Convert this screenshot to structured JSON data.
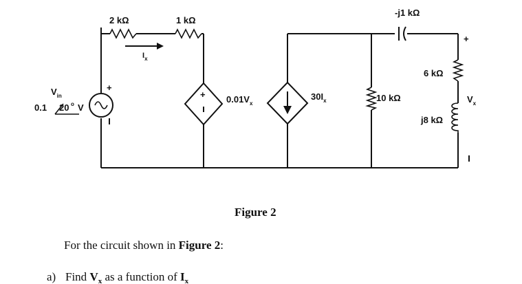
{
  "components": {
    "r1": "2 kΩ",
    "r2": "1 kΩ",
    "cap": "-j1 kΩ",
    "r_parallel": "10 kΩ",
    "r_series": "6 kΩ",
    "inductor": "j8 kΩ",
    "dep_voltage_coef": "0.01V",
    "dep_voltage_sub": "x",
    "dep_current_coef": "30I",
    "dep_current_sub": "x"
  },
  "source": {
    "name": "V",
    "name_sub": "in",
    "value": "0.1",
    "angle": "20",
    "deg": "o",
    "unit": "V",
    "plus": "+",
    "minus": "−"
  },
  "current_label": {
    "name": "I",
    "sub": "x"
  },
  "output_label": {
    "name": "V",
    "sub": "x",
    "plus": "+",
    "minus": "−"
  },
  "dep_v_signs": {
    "plus": "+",
    "minus": "−"
  },
  "figure_caption": "Figure 2",
  "question": {
    "intro": "For the circuit shown in ",
    "intro_bold": "Figure 2",
    "intro_end": ":",
    "part_label": "a)",
    "part_text": "Find ",
    "part_v": "V",
    "part_v_sub": "x",
    "part_mid": " as a function of ",
    "part_i": "I",
    "part_i_sub": "x"
  }
}
